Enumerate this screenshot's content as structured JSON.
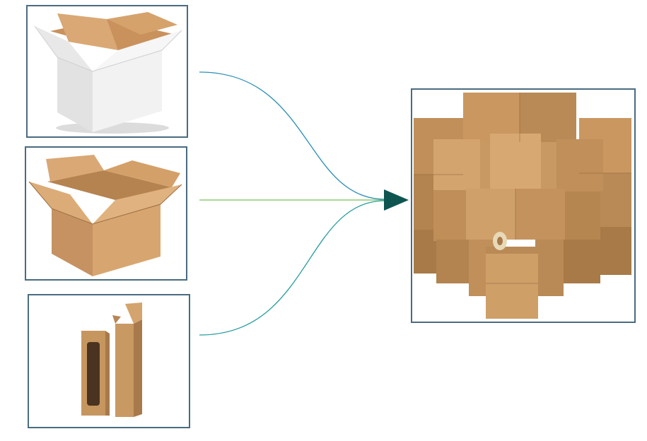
{
  "colors": {
    "frame_border": "#4a6b80",
    "curve_top": "#2a8fb5",
    "curve_middle": "#7bbf58",
    "curve_bottom": "#2a9d9d",
    "arrowhead": "#0e5552",
    "kraft_light": "#d9a874",
    "kraft_mid": "#c79460",
    "kraft_dark": "#a8794a",
    "white_box": "#eeeeee",
    "white_box_shadow": "#cfcfcf"
  },
  "diagram": {
    "sources": [
      {
        "id": "white-open-box",
        "icon": "white-open-box-icon"
      },
      {
        "id": "kraft-open-box",
        "icon": "kraft-open-box-icon"
      },
      {
        "id": "tall-carton-box",
        "icon": "tall-carton-box-icon"
      }
    ],
    "target": {
      "id": "stacked-boxes",
      "icon": "stacked-boxes-icon"
    },
    "edges": [
      {
        "from": "white-open-box",
        "to": "stacked-boxes",
        "style": "curve"
      },
      {
        "from": "kraft-open-box",
        "to": "stacked-boxes",
        "style": "straight"
      },
      {
        "from": "tall-carton-box",
        "to": "stacked-boxes",
        "style": "curve"
      }
    ]
  }
}
